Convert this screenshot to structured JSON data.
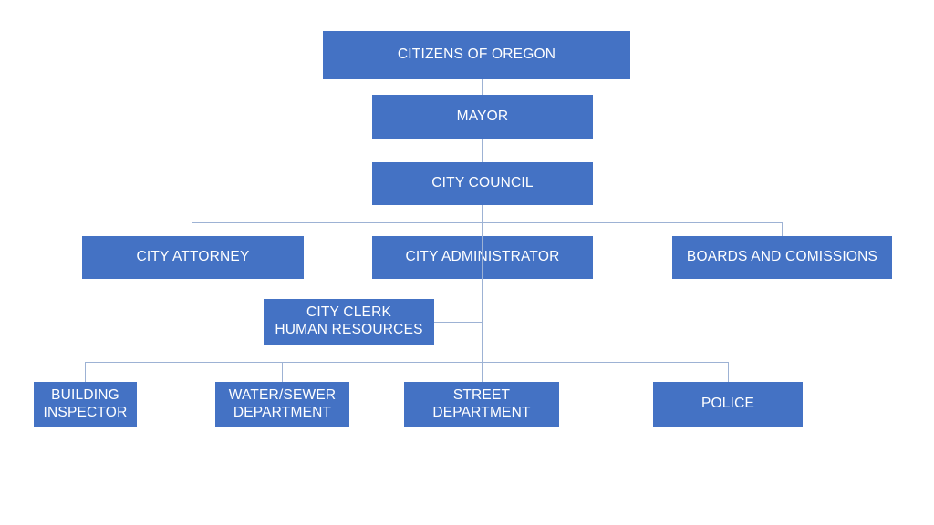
{
  "chart_data": {
    "type": "diagram",
    "diagram_kind": "organizational-chart",
    "title": "",
    "theme": {
      "node_fill": "#4472C4",
      "node_text": "#FFFFFF",
      "connector_color": "#9DB2D4",
      "background": "#FFFFFF"
    },
    "nodes": [
      {
        "id": "citizens",
        "label": "CITIZENS OF OREGON",
        "level": 1
      },
      {
        "id": "mayor",
        "label": "MAYOR",
        "level": 2
      },
      {
        "id": "council",
        "label": "CITY COUNCIL",
        "level": 3
      },
      {
        "id": "attorney",
        "label": "CITY ATTORNEY",
        "level": 4
      },
      {
        "id": "administrator",
        "label": "CITY ADMINISTRATOR",
        "level": 4
      },
      {
        "id": "boards",
        "label": "BOARDS AND COMISSIONS",
        "level": 4
      },
      {
        "id": "clerk",
        "label": "CITY CLERK\nHUMAN RESOURCES",
        "level": 5
      },
      {
        "id": "building",
        "label": "BUILDING\nINSPECTOR",
        "level": 6
      },
      {
        "id": "water",
        "label": "WATER/SEWER\nDEPARTMENT",
        "level": 6
      },
      {
        "id": "street",
        "label": "STREET\nDEPARTMENT",
        "level": 6
      },
      {
        "id": "police",
        "label": "POLICE",
        "level": 6
      }
    ],
    "edges": [
      {
        "from": "citizens",
        "to": "mayor"
      },
      {
        "from": "mayor",
        "to": "council"
      },
      {
        "from": "council",
        "to": "attorney"
      },
      {
        "from": "council",
        "to": "administrator"
      },
      {
        "from": "council",
        "to": "boards"
      },
      {
        "from": "administrator",
        "to": "clerk"
      },
      {
        "from": "administrator",
        "to": "building"
      },
      {
        "from": "administrator",
        "to": "water"
      },
      {
        "from": "administrator",
        "to": "street"
      },
      {
        "from": "administrator",
        "to": "police"
      }
    ]
  },
  "nodes": {
    "citizens": {
      "label": "CITIZENS OF OREGON"
    },
    "mayor": {
      "label": "MAYOR"
    },
    "council": {
      "label": "CITY COUNCIL"
    },
    "attorney": {
      "label": "CITY ATTORNEY"
    },
    "administrator": {
      "label": "CITY ADMINISTRATOR"
    },
    "boards": {
      "label": "BOARDS AND COMISSIONS"
    },
    "clerk": {
      "label": "CITY CLERK\nHUMAN RESOURCES"
    },
    "building": {
      "label": "BUILDING\nINSPECTOR"
    },
    "water": {
      "label": "WATER/SEWER\nDEPARTMENT"
    },
    "street": {
      "label": "STREET\nDEPARTMENT"
    },
    "police": {
      "label": "POLICE"
    }
  }
}
